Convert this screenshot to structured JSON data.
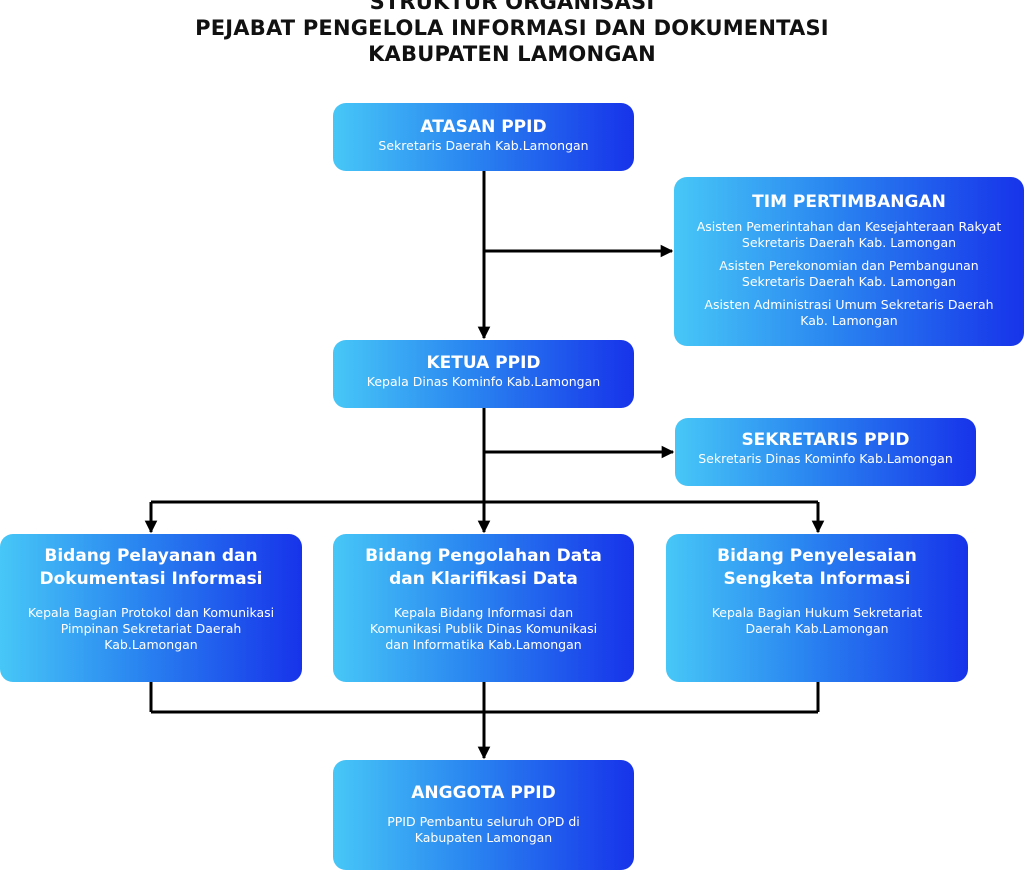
{
  "title": {
    "line1": "STRUKTUR ORGANISASI",
    "line2": "PEJABAT PENGELOLA INFORMASI DAN DOKUMENTASI",
    "line3": "KABUPATEN LAMONGAN"
  },
  "atasan": {
    "heading": "ATASAN PPID",
    "subtitle": "Sekretaris Daerah Kab.Lamongan"
  },
  "tim": {
    "heading": "TIM PERTIMBANGAN",
    "m1_l1": "Asisten Pemerintahan dan Kesejahteraan Rakyat",
    "m1_l2": "Sekretaris Daerah Kab. Lamongan",
    "m2_l1": "Asisten Perekonomian dan Pembangunan",
    "m2_l2": "Sekretaris Daerah Kab. Lamongan",
    "m3_l1": "Asisten Administrasi Umum Sekretaris Daerah",
    "m3_l2": "Kab. Lamongan"
  },
  "ketua": {
    "heading": "KETUA PPID",
    "subtitle": "Kepala Dinas Kominfo Kab.Lamongan"
  },
  "sekretaris": {
    "heading": "SEKRETARIS PPID",
    "subtitle": "Sekretaris Dinas Kominfo Kab.Lamongan"
  },
  "bidang_pelayanan": {
    "heading_l1": "Bidang Pelayanan dan",
    "heading_l2": "Dokumentasi Informasi",
    "sub_l1": "Kepala Bagian Protokol dan Komunikasi",
    "sub_l2": "Pimpinan Sekretariat Daerah",
    "sub_l3": "Kab.Lamongan"
  },
  "bidang_pengolahan": {
    "heading_l1": "Bidang Pengolahan Data",
    "heading_l2": "dan Klarifikasi Data",
    "sub_l1": "Kepala Bidang Informasi dan",
    "sub_l2": "Komunikasi Publik Dinas Komunikasi",
    "sub_l3": "dan Informatika Kab.Lamongan"
  },
  "bidang_penyelesaian": {
    "heading_l1": "Bidang Penyelesaian",
    "heading_l2": "Sengketa Informasi",
    "sub_l1": "Kepala Bagian Hukum Sekretariat",
    "sub_l2": "Daerah Kab.Lamongan"
  },
  "anggota": {
    "heading": "ANGGOTA PPID",
    "sub_l1": "PPID Pembantu seluruh OPD di",
    "sub_l2": "Kabupaten Lamongan"
  },
  "colors": {
    "box_start": "#47c7f7",
    "box_end": "#1733ea",
    "connector": "#000000"
  }
}
